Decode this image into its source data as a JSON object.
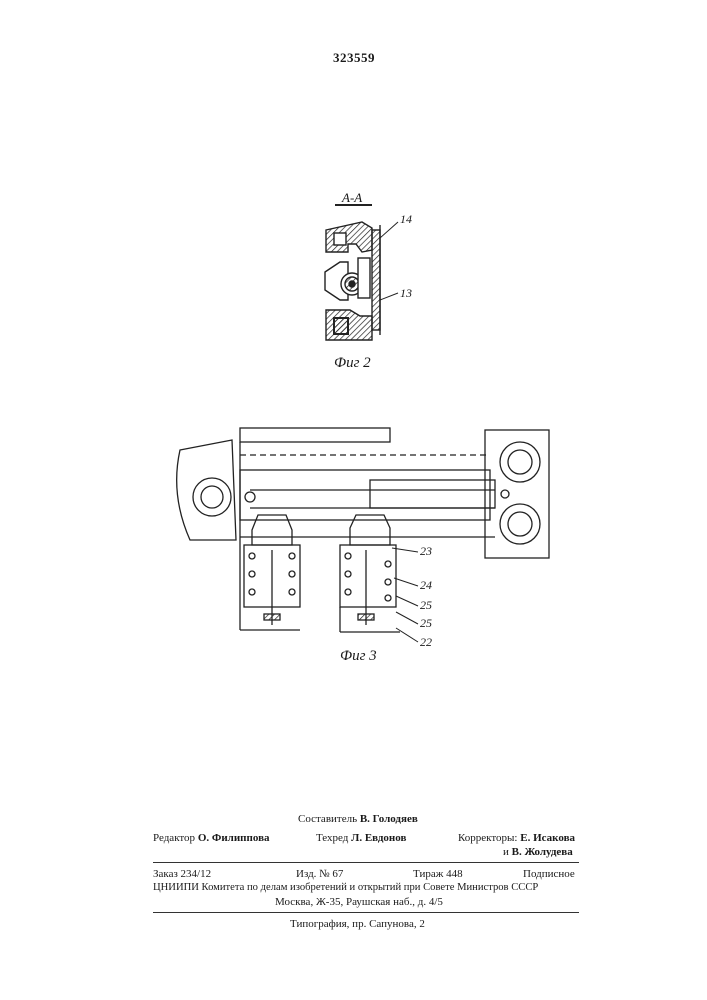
{
  "header": {
    "patent_number": "323559"
  },
  "figure2": {
    "section_label": "А-А",
    "caption": "Фиг 2",
    "labels": {
      "l14": "14",
      "l13": "13"
    }
  },
  "figure3": {
    "caption": "Фиг 3",
    "labels": {
      "l23": "23",
      "l24": "24",
      "l25a": "25",
      "l25b": "25",
      "l22": "22"
    }
  },
  "footer": {
    "compiler_label": "Составитель",
    "compiler_name": "В. Голодяев",
    "editor_label": "Редактор",
    "editor_name": "О. Филиппова",
    "techred_label": "Техред",
    "techred_name": "Л. Евдонов",
    "correctors_label": "Корректоры:",
    "corrector1": "Е. Исакова",
    "corrector2_prefix": "и",
    "corrector2": "В. Жолудева",
    "order": "Заказ 234/12",
    "edition": "Изд. № 67",
    "print_run": "Тираж 448",
    "subscription": "Подписное",
    "org_line": "ЦНИИПИ Комитета по делам изобретений и открытий при Совете Министров СССР",
    "address_line": "Москва, Ж-35, Раушская наб., д. 4/5",
    "printing_line": "Типография, пр. Сапунова, 2"
  }
}
